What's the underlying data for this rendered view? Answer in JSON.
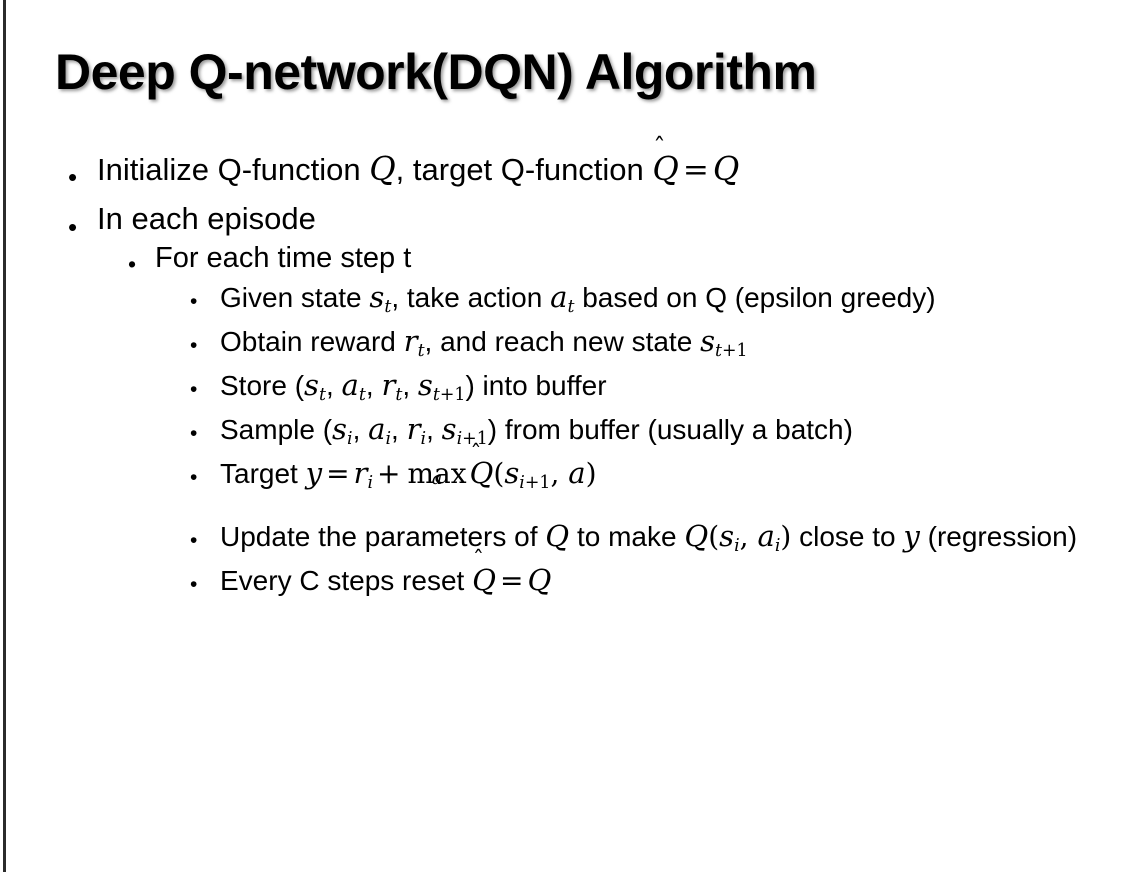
{
  "slide": {
    "title": "Deep Q-network(DQN) Algorithm",
    "bullet_glyph": "•",
    "background_color": "#ffffff",
    "text_color": "#000000",
    "edge_bar_color": "#2b2b2b"
  },
  "content": {
    "level1": [
      {
        "id": "initialize",
        "plain_text": "Initialize Q-function Q, target Q-function Q̂ = Q",
        "parts": {
          "lead": "Initialize Q-function ",
          "var_q1": "Q",
          "mid": ", target Q-function ",
          "hat_q": "Q",
          "hat_glyph": "̂",
          "eq": "=",
          "var_q2": "Q"
        }
      },
      {
        "id": "in-each-episode",
        "plain_text": "In each episode"
      }
    ],
    "level2": [
      {
        "id": "for-each-time-step",
        "plain_text": "For each time step t"
      }
    ],
    "level3": [
      {
        "id": "given-state",
        "plain_text": "Given state s_t, take action a_t based on Q (epsilon greedy)",
        "parts": {
          "p1": "Given state ",
          "s": "s",
          "s_sub": "t",
          "p2": ", take action ",
          "a": "a",
          "a_sub": "t",
          "p3": " based on Q (epsilon greedy)"
        }
      },
      {
        "id": "obtain-reward",
        "plain_text": "Obtain reward r_t, and reach new state s_{t+1}",
        "parts": {
          "p1": "Obtain reward ",
          "r": "r",
          "r_sub": "t",
          "p2": ", and reach new state ",
          "s": "s",
          "s_sub_var": "t",
          "s_sub_rest": "+1"
        }
      },
      {
        "id": "store-transition",
        "plain_text": "Store (s_t, a_t, r_t, s_{t+1}) into buffer",
        "parts": {
          "p1": "Store (",
          "s1": "s",
          "s1_sub": "t",
          "c1": ", ",
          "a1": "a",
          "a1_sub": "t",
          "c2": ", ",
          "r1": "r",
          "r1_sub": "t",
          "c3": ", ",
          "s2": "s",
          "s2_sub_var": "t",
          "s2_sub_rest": "+1",
          "p2": ") into buffer"
        }
      },
      {
        "id": "sample-batch",
        "plain_text": "Sample (s_i, a_i, r_i, s_{i+1}) from buffer (usually a batch)",
        "parts": {
          "p1": "Sample (",
          "s1": "s",
          "s1_sub": "i",
          "c1": ", ",
          "a1": "a",
          "a1_sub": "i",
          "c2": ", ",
          "r1": "r",
          "r1_sub": "i",
          "c3": ", ",
          "s2": "s",
          "s2_sub_var": "i",
          "s2_sub_rest": "+1",
          "p2": ") from buffer (usually a batch)"
        }
      },
      {
        "id": "target-equation",
        "plain_text": "Target y = r_i + max_a Q̂(s_{i+1}, a)",
        "parts": {
          "p1": "Target ",
          "y": "y",
          "eq": "=",
          "r": "r",
          "r_sub": "i",
          "plus": "+",
          "max": "max",
          "max_under": "a",
          "hat_q": "Q",
          "hat_glyph": "̂",
          "paren_open": "(",
          "s": "s",
          "s_sub_var": "i",
          "s_sub_rest": "+1",
          "comma": ", ",
          "a": "a",
          "paren_close": ")"
        }
      },
      {
        "id": "update-parameters",
        "plain_text": "Update the parameters of Q to make Q(s_i, a_i) close to y (regression)",
        "parts": {
          "p1": "Update the parameters of ",
          "q1": "Q",
          "p2": " to make ",
          "q2": "Q",
          "paren_open": "(",
          "s": "s",
          "s_sub": "i",
          "comma": ", ",
          "a": "a",
          "a_sub": "i",
          "paren_close": ")",
          "p3": " close to ",
          "y": "y",
          "p4": " (regression)"
        }
      },
      {
        "id": "reset-target",
        "plain_text": "Every C steps reset Q̂ = Q",
        "parts": {
          "p1": "Every C steps reset ",
          "hat_q": "Q",
          "hat_glyph": "̂",
          "eq": "=",
          "q": "Q"
        }
      }
    ]
  }
}
